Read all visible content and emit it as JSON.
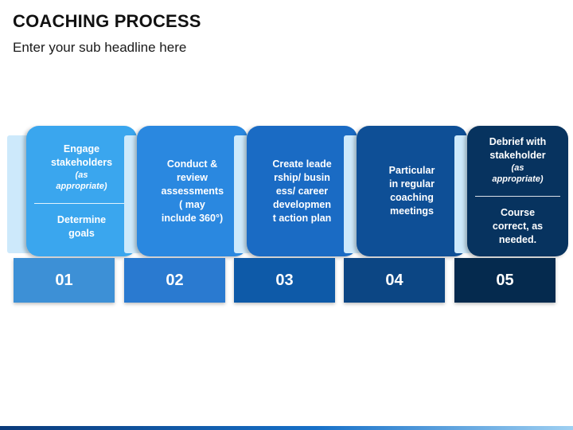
{
  "header": {
    "title": "COACHING PROCESS",
    "subtitle": "Enter your sub headline here"
  },
  "colors": {
    "tab": "#cde9fb",
    "step1": "#3aa6ee",
    "step2": "#2a88e0",
    "step3": "#1a6bc4",
    "step4": "#0e4f96",
    "step5": "#07335f",
    "num1": "#3d90d6",
    "num2": "#2a7ad0",
    "num3": "#0e5aa8",
    "num4": "#0c4684",
    "num5": "#052a4e"
  },
  "steps": [
    {
      "number": "01",
      "main": "Engage stakeholders",
      "note": "(as appropriate)",
      "sub": "Determine goals"
    },
    {
      "number": "02",
      "main": "Conduct & review assessments ( may include 360°)"
    },
    {
      "number": "03",
      "main": "Create leadership/ business/ career developmen t action plan"
    },
    {
      "number": "04",
      "main": "Particular in regular coaching meetings"
    },
    {
      "number": "05",
      "main": "Debrief with stakeholder",
      "note": "(as appropriate)",
      "sub": "Course correct, as needed."
    }
  ]
}
